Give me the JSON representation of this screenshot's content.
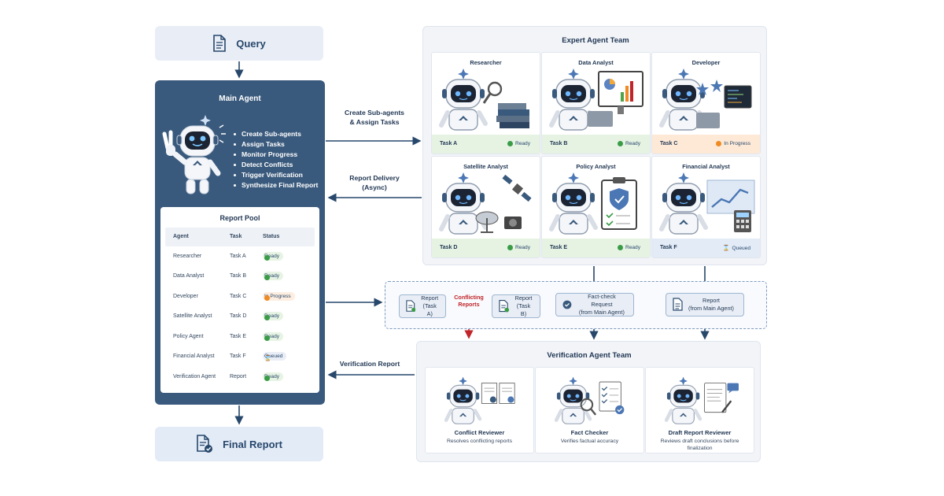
{
  "query": {
    "label": "Query"
  },
  "final_report": {
    "label": "Final Report"
  },
  "main_agent": {
    "title": "Main Agent",
    "duties": [
      "Create Sub-agents",
      "Assign Tasks",
      "Monitor Progress",
      "Detect Conflicts",
      "Trigger Verification",
      "Synthesize Final Report"
    ]
  },
  "report_pool": {
    "title": "Report Pool",
    "headers": [
      "Agent",
      "Task",
      "Status"
    ],
    "rows": [
      {
        "agent": "Researcher",
        "task": "Task A",
        "status": "Ready",
        "state": "ready"
      },
      {
        "agent": "Data Analyst",
        "task": "Task B",
        "status": "Ready",
        "state": "ready"
      },
      {
        "agent": "Developer",
        "task": "Task C",
        "status": "In Progress",
        "state": "progress"
      },
      {
        "agent": "Satellite Analyst",
        "task": "Task D",
        "status": "Ready",
        "state": "ready"
      },
      {
        "agent": "Policy Agent",
        "task": "Task E",
        "status": "Ready",
        "state": "ready"
      },
      {
        "agent": "Financial Analyst",
        "task": "Task F",
        "status": "Queued",
        "state": "queued"
      },
      {
        "agent": "Verification Agent",
        "task": "Report",
        "status": "Ready",
        "state": "ready"
      }
    ]
  },
  "edges": {
    "create": "Create Sub-agents\n& Assign Tasks",
    "delivery": "Report Delivery\n(Async)",
    "verification": "Verification Report",
    "conflicting": "Conflicting\nReports"
  },
  "expert_team": {
    "title": "Expert Agent Team",
    "agents": [
      {
        "name": "Researcher",
        "task": "Task A",
        "status": "Ready",
        "state": "ready",
        "prop": "books"
      },
      {
        "name": "Data Analyst",
        "task": "Task B",
        "status": "Ready",
        "state": "ready",
        "prop": "monitor-chart"
      },
      {
        "name": "Developer",
        "task": "Task C",
        "status": "In Progress",
        "state": "progress",
        "prop": "code-screen"
      },
      {
        "name": "Satellite Analyst",
        "task": "Task D",
        "status": "Ready",
        "state": "ready",
        "prop": "satellite"
      },
      {
        "name": "Policy Analyst",
        "task": "Task E",
        "status": "Ready",
        "state": "ready",
        "prop": "clipboard-shield"
      },
      {
        "name": "Financial Analyst",
        "task": "Task F",
        "status": "Queued",
        "state": "queued",
        "prop": "finance-chart"
      }
    ]
  },
  "conflict_zone": {
    "report_a": "Report\n(Task A)",
    "report_b": "Report\n(Task B)",
    "fact_check": "Fact-check Request\n(from Main Agent)",
    "draft": "Report\n(from Main Agent)"
  },
  "verification_team": {
    "title": "Verification Agent Team",
    "agents": [
      {
        "name": "Conflict Reviewer",
        "desc": "Resolves conflicting reports",
        "prop": "two-docs"
      },
      {
        "name": "Fact Checker",
        "desc": "Verifies factual accuracy",
        "prop": "checklist"
      },
      {
        "name": "Draft Report Reviewer",
        "desc": "Reviews draft conclusions before finalization",
        "prop": "draft-pen"
      }
    ]
  },
  "colors": {
    "navy": "#3a5a7d",
    "ready": "#3a9c47",
    "progress": "#f08a24",
    "conflict": "#c0252a",
    "arrow": "#27476b"
  }
}
